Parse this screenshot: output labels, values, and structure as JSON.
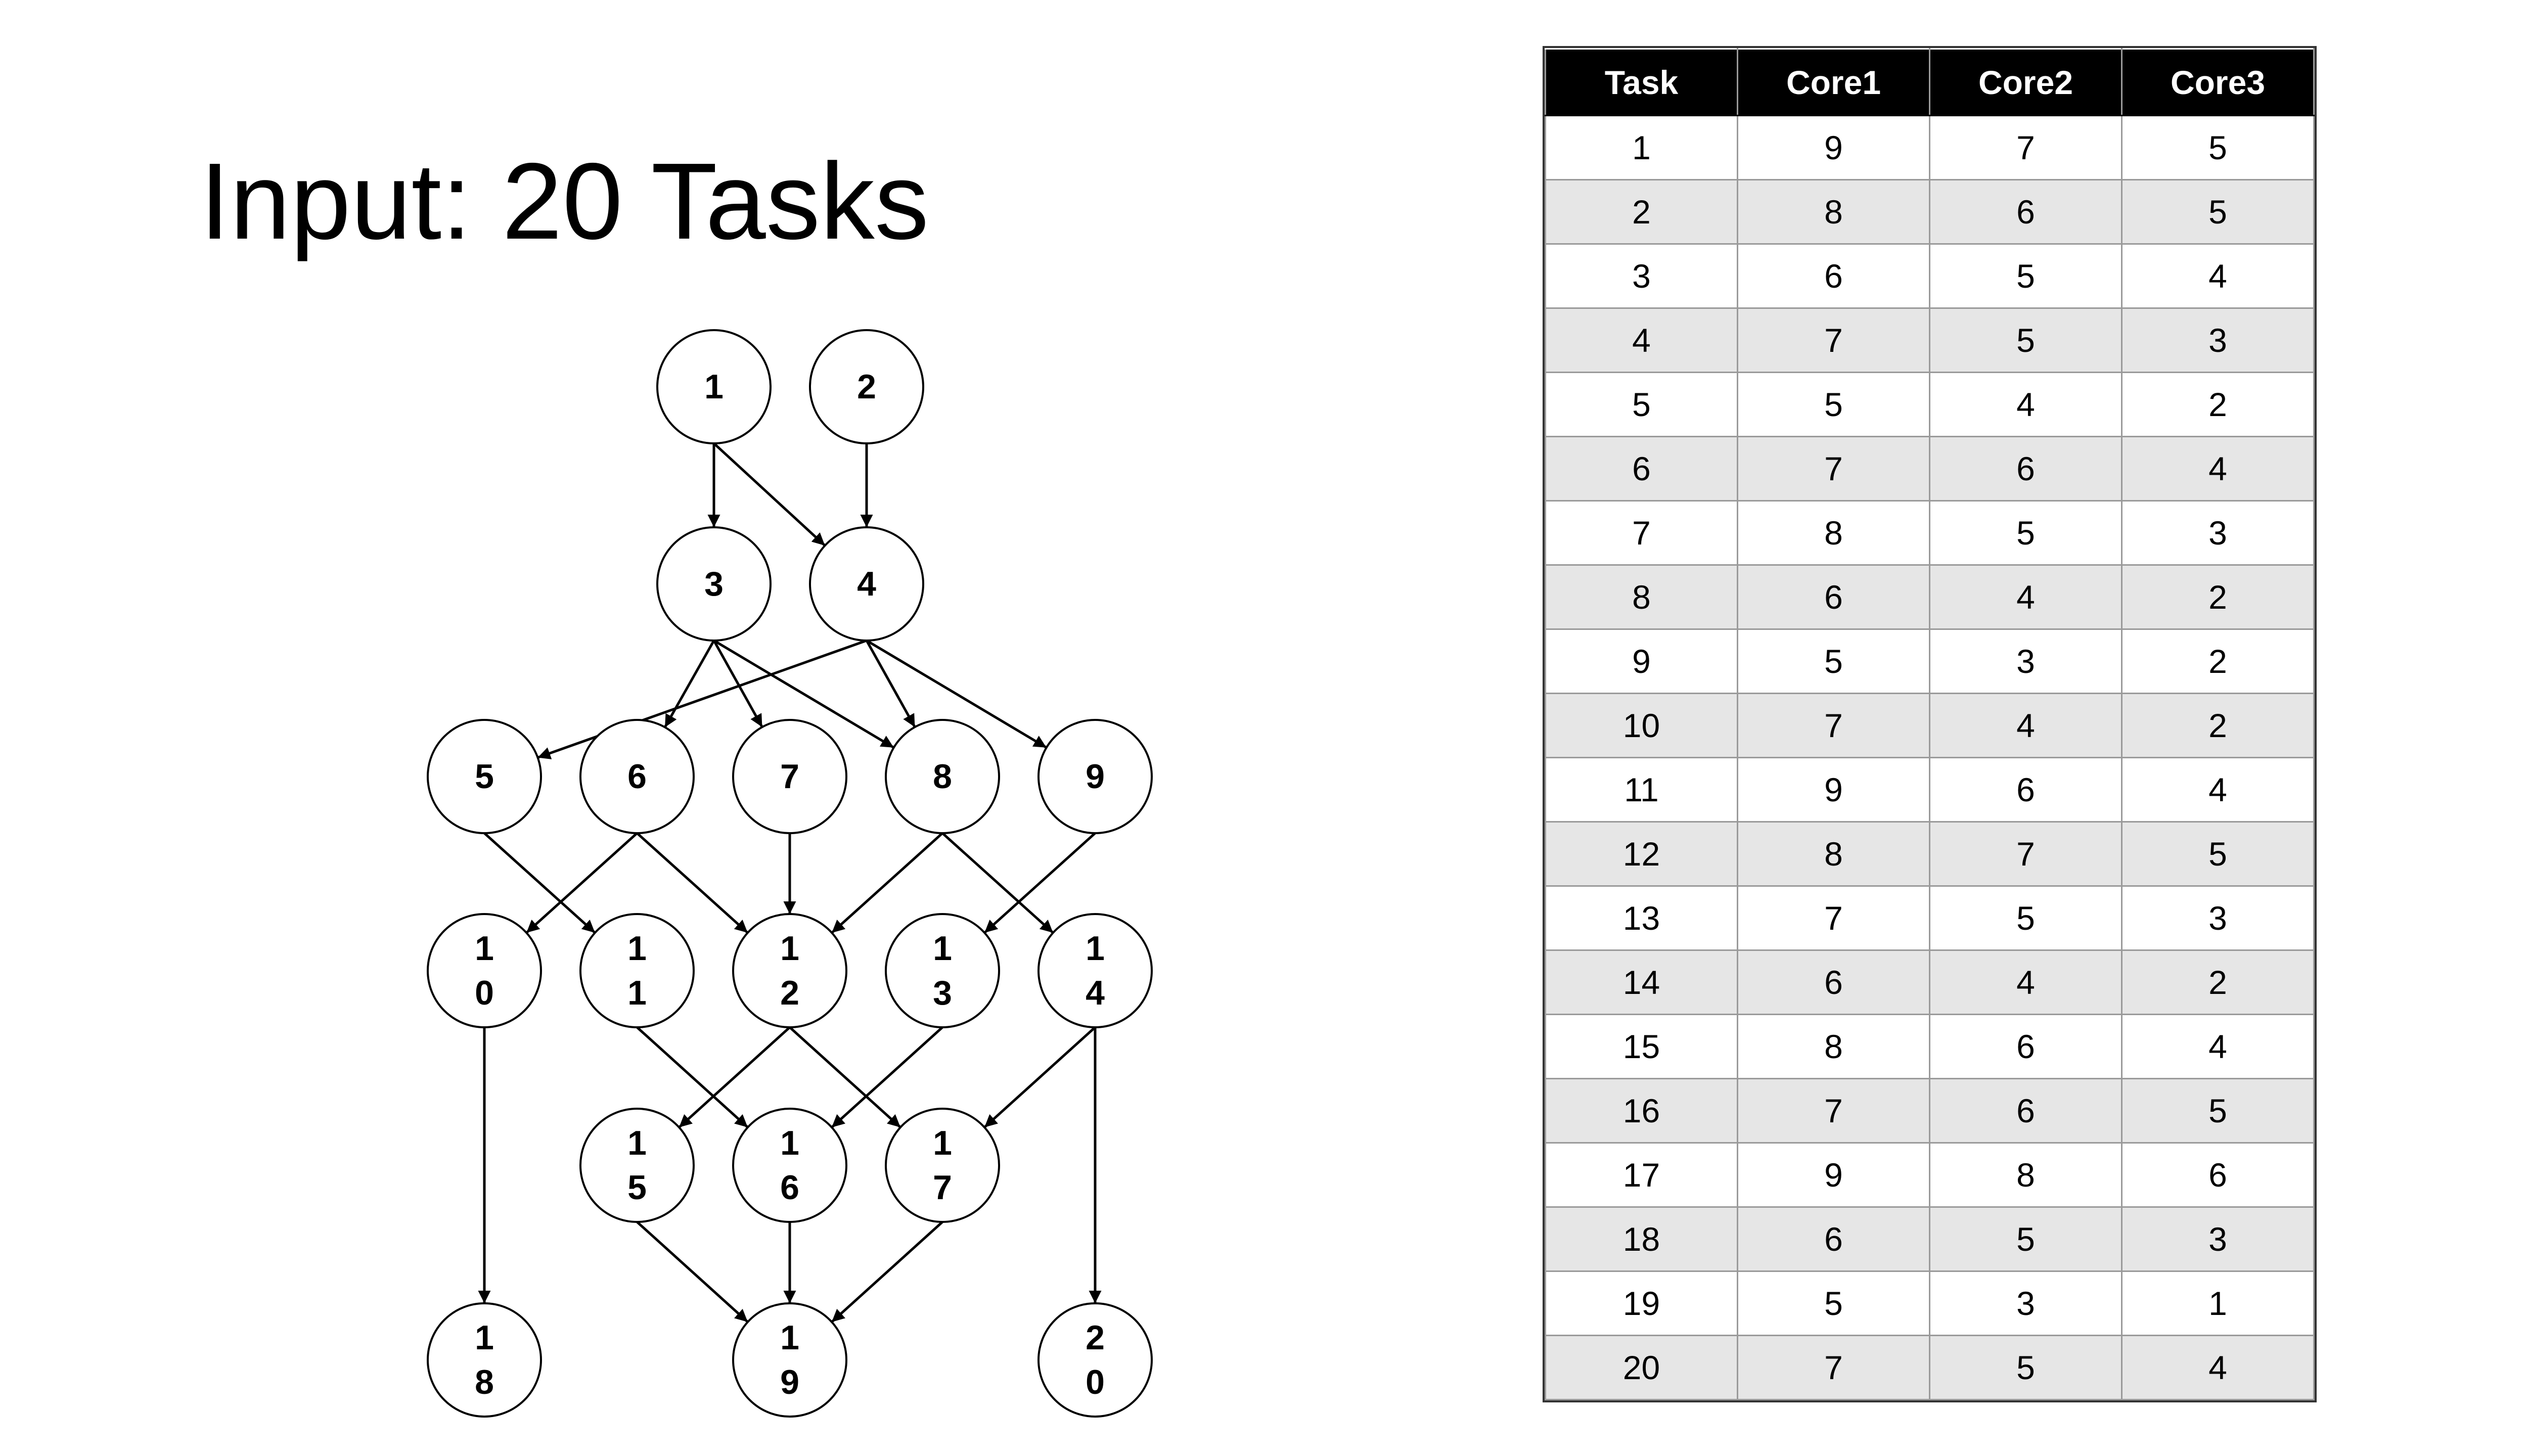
{
  "title": "Input: 20 Tasks",
  "graph": {
    "nodes": [
      {
        "id": 1,
        "label_lines": [
          "1"
        ]
      },
      {
        "id": 2,
        "label_lines": [
          "2"
        ]
      },
      {
        "id": 3,
        "label_lines": [
          "3"
        ]
      },
      {
        "id": 4,
        "label_lines": [
          "4"
        ]
      },
      {
        "id": 5,
        "label_lines": [
          "5"
        ]
      },
      {
        "id": 6,
        "label_lines": [
          "6"
        ]
      },
      {
        "id": 7,
        "label_lines": [
          "7"
        ]
      },
      {
        "id": 8,
        "label_lines": [
          "8"
        ]
      },
      {
        "id": 9,
        "label_lines": [
          "9"
        ]
      },
      {
        "id": 10,
        "label_lines": [
          "1",
          "0"
        ]
      },
      {
        "id": 11,
        "label_lines": [
          "1",
          "1"
        ]
      },
      {
        "id": 12,
        "label_lines": [
          "1",
          "2"
        ]
      },
      {
        "id": 13,
        "label_lines": [
          "1",
          "3"
        ]
      },
      {
        "id": 14,
        "label_lines": [
          "1",
          "4"
        ]
      },
      {
        "id": 15,
        "label_lines": [
          "1",
          "5"
        ]
      },
      {
        "id": 16,
        "label_lines": [
          "1",
          "6"
        ]
      },
      {
        "id": 17,
        "label_lines": [
          "1",
          "7"
        ]
      },
      {
        "id": 18,
        "label_lines": [
          "1",
          "8"
        ]
      },
      {
        "id": 19,
        "label_lines": [
          "1",
          "9"
        ]
      },
      {
        "id": 20,
        "label_lines": [
          "2",
          "0"
        ]
      }
    ],
    "edges": [
      [
        1,
        3
      ],
      [
        1,
        4
      ],
      [
        2,
        4
      ],
      [
        3,
        6
      ],
      [
        3,
        7
      ],
      [
        3,
        8
      ],
      [
        4,
        5
      ],
      [
        4,
        8
      ],
      [
        4,
        9
      ],
      [
        5,
        11
      ],
      [
        6,
        10
      ],
      [
        6,
        12
      ],
      [
        7,
        12
      ],
      [
        8,
        12
      ],
      [
        8,
        14
      ],
      [
        9,
        13
      ],
      [
        10,
        18
      ],
      [
        11,
        16
      ],
      [
        12,
        15
      ],
      [
        12,
        17
      ],
      [
        13,
        16
      ],
      [
        14,
        17
      ],
      [
        14,
        20
      ],
      [
        15,
        19
      ],
      [
        16,
        19
      ],
      [
        17,
        19
      ]
    ]
  },
  "table": {
    "headers": [
      "Task",
      "Core1",
      "Core2",
      "Core3"
    ],
    "rows": [
      [
        "1",
        "9",
        "7",
        "5"
      ],
      [
        "2",
        "8",
        "6",
        "5"
      ],
      [
        "3",
        "6",
        "5",
        "4"
      ],
      [
        "4",
        "7",
        "5",
        "3"
      ],
      [
        "5",
        "5",
        "4",
        "2"
      ],
      [
        "6",
        "7",
        "6",
        "4"
      ],
      [
        "7",
        "8",
        "5",
        "3"
      ],
      [
        "8",
        "6",
        "4",
        "2"
      ],
      [
        "9",
        "5",
        "3",
        "2"
      ],
      [
        "10",
        "7",
        "4",
        "2"
      ],
      [
        "11",
        "9",
        "6",
        "4"
      ],
      [
        "12",
        "8",
        "7",
        "5"
      ],
      [
        "13",
        "7",
        "5",
        "3"
      ],
      [
        "14",
        "6",
        "4",
        "2"
      ],
      [
        "15",
        "8",
        "6",
        "4"
      ],
      [
        "16",
        "7",
        "6",
        "5"
      ],
      [
        "17",
        "9",
        "8",
        "6"
      ],
      [
        "18",
        "6",
        "5",
        "3"
      ],
      [
        "19",
        "5",
        "3",
        "1"
      ],
      [
        "20",
        "7",
        "5",
        "4"
      ]
    ]
  }
}
